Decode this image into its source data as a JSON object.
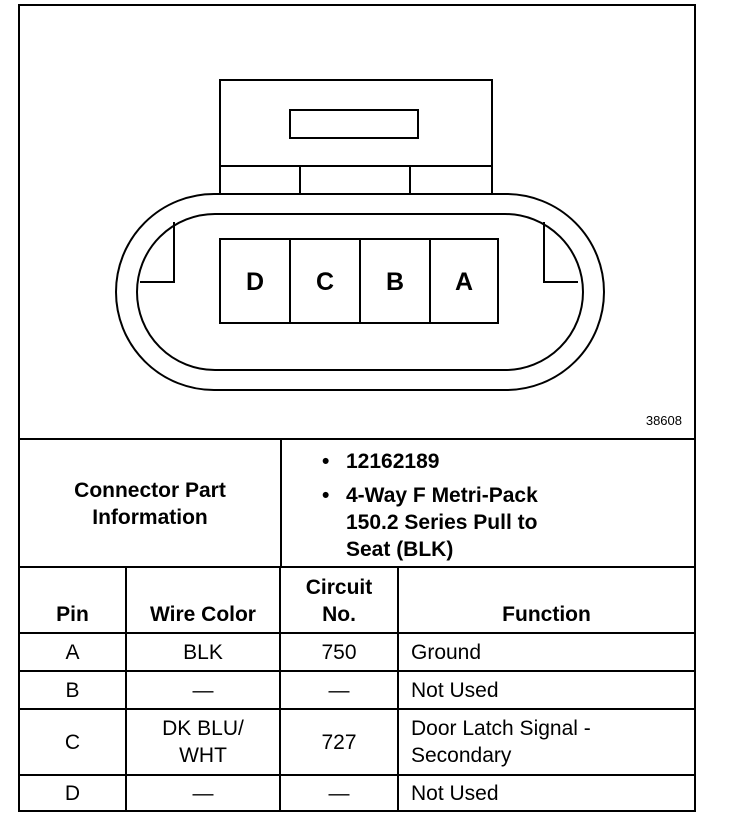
{
  "connector": {
    "pins": [
      "D",
      "C",
      "B",
      "A"
    ],
    "figure_number": "38608"
  },
  "part_info": {
    "label_line1": "Connector Part",
    "label_line2": "Information",
    "bullet": "•",
    "part_number": "12162189",
    "description_lines": [
      "4-Way F Metri-Pack",
      "150.2 Series Pull to",
      "Seat (BLK)"
    ]
  },
  "table": {
    "headers": {
      "pin": "Pin",
      "wire_color": "Wire Color",
      "circuit_line1": "Circuit",
      "circuit_line2": "No.",
      "function": "Function"
    },
    "rows": [
      {
        "pin": "A",
        "wire_line1": "BLK",
        "wire_line2": "",
        "circuit": "750",
        "function_line1": "Ground",
        "function_line2": ""
      },
      {
        "pin": "B",
        "wire_line1": "—",
        "wire_line2": "",
        "circuit": "—",
        "function_line1": "Not Used",
        "function_line2": ""
      },
      {
        "pin": "C",
        "wire_line1": "DK BLU/",
        "wire_line2": "WHT",
        "circuit": "727",
        "function_line1": "Door Latch Signal -",
        "function_line2": "Secondary"
      },
      {
        "pin": "D",
        "wire_line1": "—",
        "wire_line2": "",
        "circuit": "—",
        "function_line1": "Not Used",
        "function_line2": ""
      }
    ]
  }
}
